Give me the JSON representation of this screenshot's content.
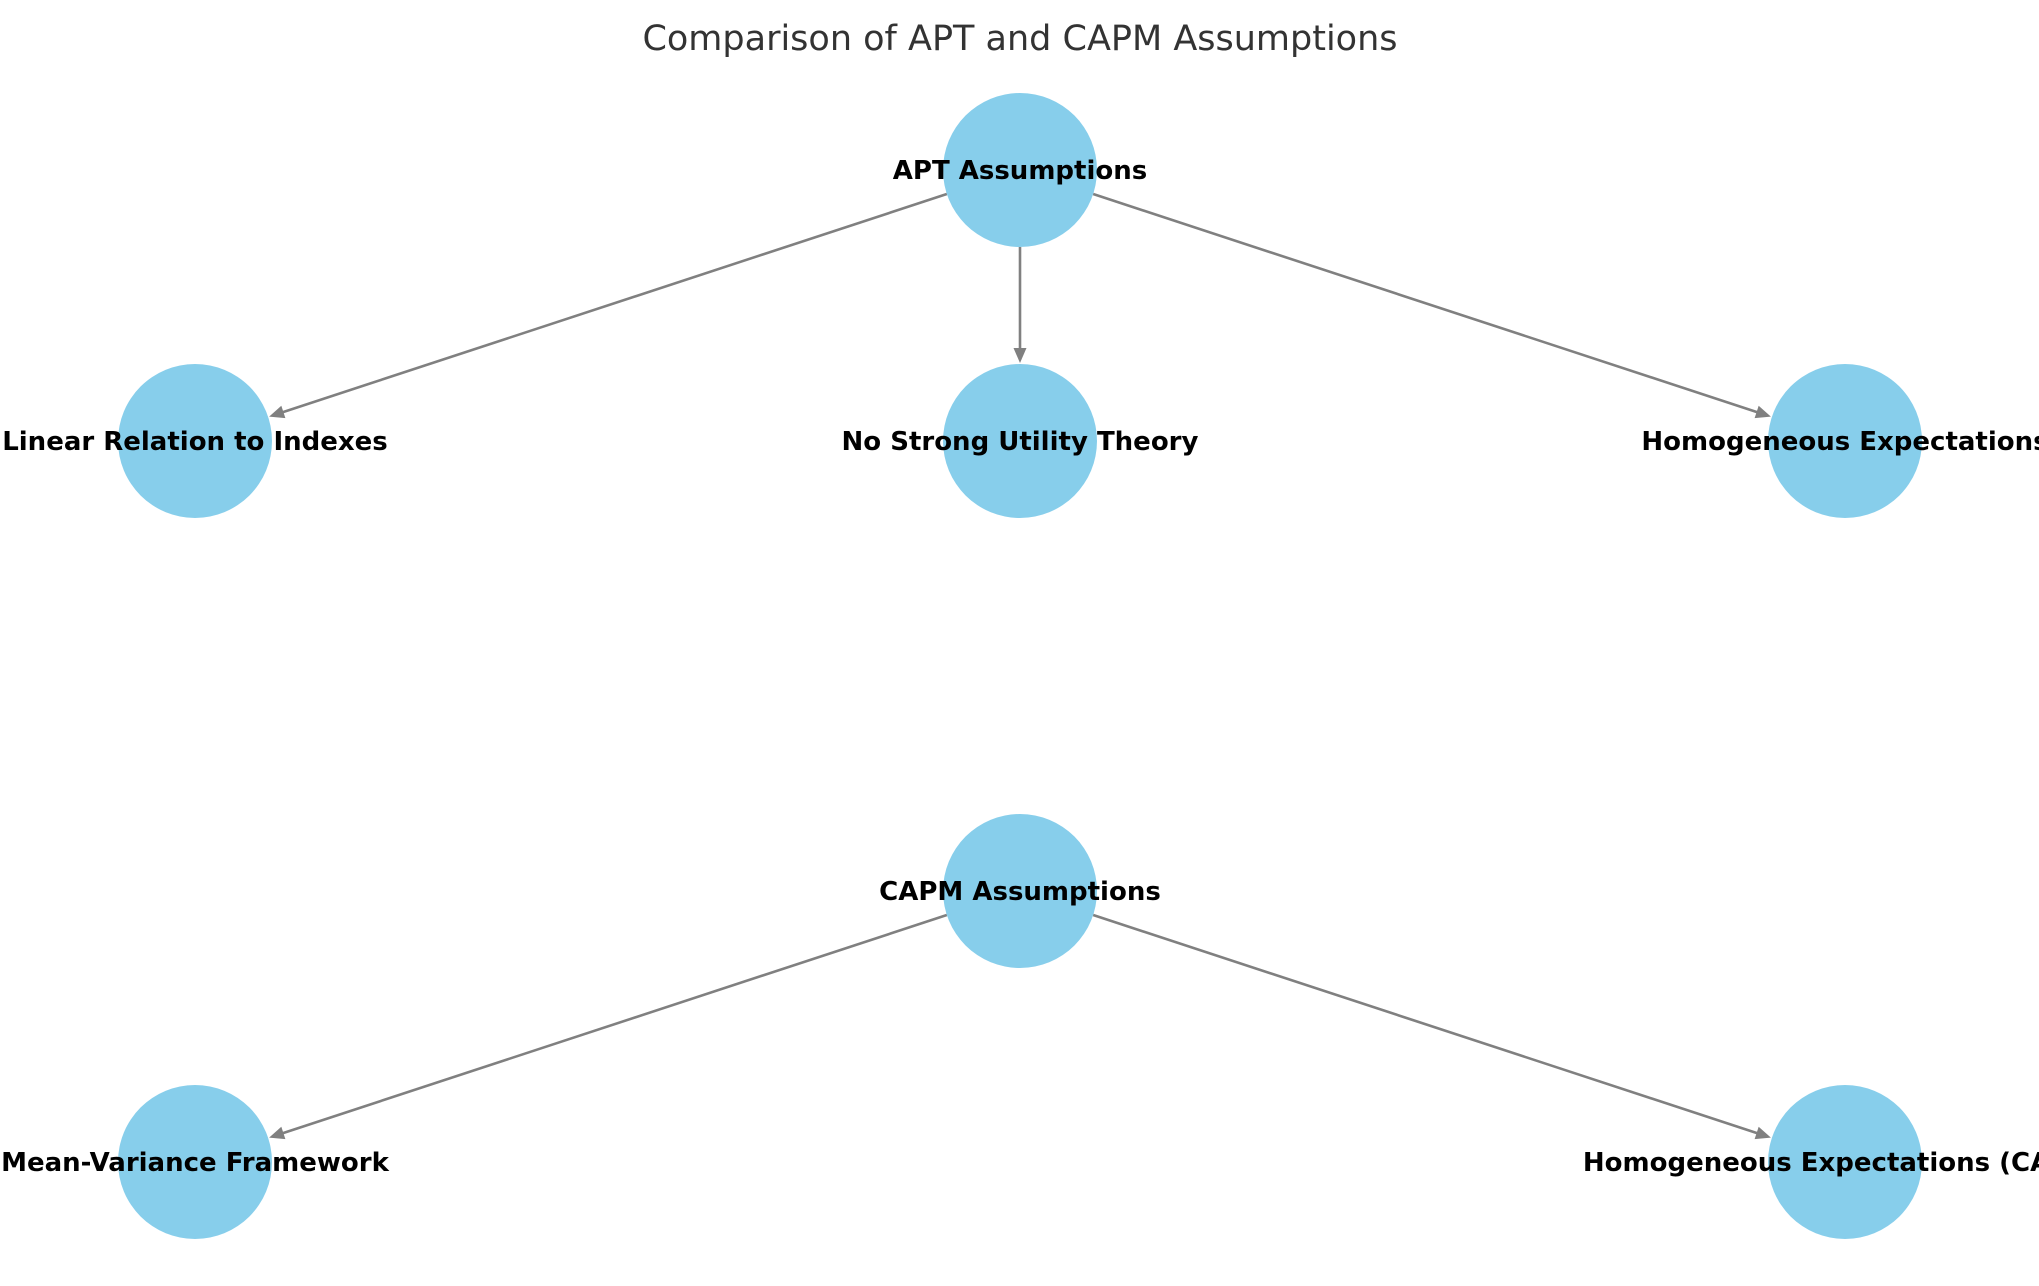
{
  "diagram": {
    "title": "Comparison of APT and CAPM Assumptions",
    "colors": {
      "node_fill": "#87ceeb",
      "edge": "#808080",
      "title": "#333333",
      "label": "#000000"
    },
    "nodes": [
      {
        "id": "apt",
        "label": "APT Assumptions"
      },
      {
        "id": "apt-linear",
        "label": "Linear Relation to Indexes"
      },
      {
        "id": "apt-utility",
        "label": "No Strong Utility Theory"
      },
      {
        "id": "apt-homogeneous",
        "label": "Homogeneous Expectations"
      },
      {
        "id": "capm",
        "label": "CAPM Assumptions"
      },
      {
        "id": "capm-meanvar",
        "label": "Mean-Variance Framework"
      },
      {
        "id": "capm-homogeneous",
        "label": "Homogeneous Expectations (CAPM)"
      }
    ],
    "edges": [
      {
        "from": "apt",
        "to": "apt-linear"
      },
      {
        "from": "apt",
        "to": "apt-utility"
      },
      {
        "from": "apt",
        "to": "apt-homogeneous"
      },
      {
        "from": "capm",
        "to": "capm-meanvar"
      },
      {
        "from": "capm",
        "to": "capm-homogeneous"
      }
    ]
  }
}
